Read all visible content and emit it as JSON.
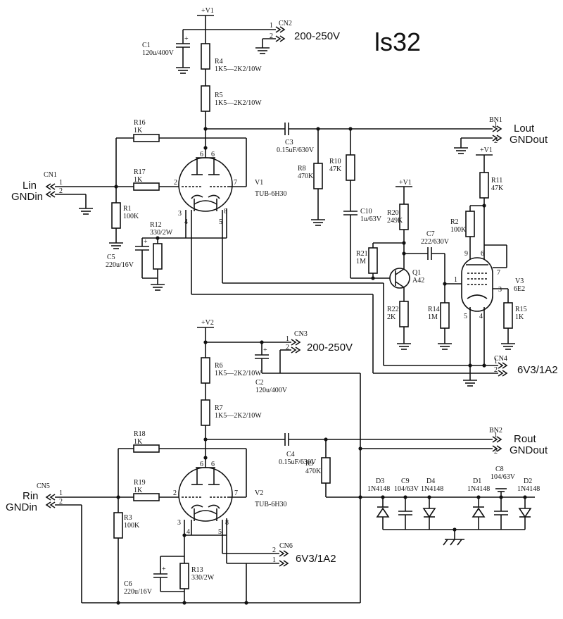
{
  "title": "ls32",
  "supply_label": "200-250V",
  "connectors": {
    "CN1": {
      "name": "CN1",
      "pin1": "1",
      "pin2": "2",
      "sig1": "Lin",
      "sig2": "GNDin"
    },
    "CN2": {
      "name": "CN2",
      "pin1": "1",
      "pin2": "2"
    },
    "CN3": {
      "name": "CN3",
      "pin1": "1",
      "pin2": "2"
    },
    "CN4": {
      "name": "CN4",
      "pin1": "1",
      "pin2": "2",
      "label": "6V3/1A2"
    },
    "CN5": {
      "name": "CN5",
      "pin1": "1",
      "pin2": "2",
      "sig1": "Rin",
      "sig2": "GNDin"
    },
    "CN6": {
      "name": "CN6",
      "pin1": "2",
      "pin2": "1",
      "label": "6V3/1A2"
    },
    "BN1": {
      "name": "BN1",
      "pin1": "1",
      "pin2": "2",
      "sig1": "Lout",
      "sig2": "GNDout"
    },
    "BN2": {
      "name": "BN2",
      "pin1": "1",
      "pin2": "2",
      "sig1": "Rout",
      "sig2": "GNDout"
    }
  },
  "rails": {
    "v1": "+V1",
    "v1b": "+V1",
    "v1c": "+V1",
    "v2": "+V2"
  },
  "parts": {
    "C1": {
      "ref": "C1",
      "val": "120u/400V"
    },
    "C2": {
      "ref": "C2",
      "val": "120u/400V"
    },
    "C3": {
      "ref": "C3",
      "val": "0.15uF/630V"
    },
    "C4": {
      "ref": "C4",
      "val": "0.15uF/630V"
    },
    "C5": {
      "ref": "C5",
      "val": "220u/16V"
    },
    "C6": {
      "ref": "C6",
      "val": "220u/16V"
    },
    "C7": {
      "ref": "C7",
      "val": "222/630V"
    },
    "C8": {
      "ref": "C8",
      "val": "104/63V"
    },
    "C9": {
      "ref": "C9",
      "val": "104/63V"
    },
    "C10": {
      "ref": "C10",
      "val": "1u/63V"
    },
    "R1": {
      "ref": "R1",
      "val": "100K"
    },
    "R2": {
      "ref": "R2",
      "val": "100K"
    },
    "R3": {
      "ref": "R3",
      "val": "100K"
    },
    "R4": {
      "ref": "R4",
      "val": "1K5—2K2/10W"
    },
    "R5": {
      "ref": "R5",
      "val": "1K5—2K2/10W"
    },
    "R6": {
      "ref": "R6",
      "val": "1K5—2K2/10W"
    },
    "R7": {
      "ref": "R7",
      "val": "1K5—2K2/10W"
    },
    "R8": {
      "ref": "R8",
      "val": "470K"
    },
    "R9": {
      "ref": "R9",
      "val": "470K"
    },
    "R10": {
      "ref": "R10",
      "val": "47K"
    },
    "R11": {
      "ref": "R11",
      "val": "47K"
    },
    "R12": {
      "ref": "R12",
      "val": "330/2W"
    },
    "R13": {
      "ref": "R13",
      "val": "330/2W"
    },
    "R14": {
      "ref": "R14",
      "val": "1M"
    },
    "R15": {
      "ref": "R15",
      "val": "1K"
    },
    "R16": {
      "ref": "R16",
      "val": "1K"
    },
    "R17": {
      "ref": "R17",
      "val": "1K"
    },
    "R18": {
      "ref": "R18",
      "val": "1K"
    },
    "R19": {
      "ref": "R19",
      "val": "1K"
    },
    "R20": {
      "ref": "R20",
      "val": "249K"
    },
    "R21": {
      "ref": "R21",
      "val": "1M"
    },
    "R22": {
      "ref": "R22",
      "val": "2K"
    },
    "D1": {
      "ref": "D1",
      "val": "1N4148"
    },
    "D2": {
      "ref": "D2",
      "val": "1N4148"
    },
    "D3": {
      "ref": "D3",
      "val": "1N4148"
    },
    "D4": {
      "ref": "D4",
      "val": "1N4148"
    },
    "Q1": {
      "ref": "Q1",
      "val": "A42"
    },
    "V1": {
      "ref": "V1",
      "val": "TUB-6H30"
    },
    "V2": {
      "ref": "V2",
      "val": "TUB-6H30"
    },
    "V3": {
      "ref": "V3",
      "val": "6E2"
    }
  },
  "pins": {
    "v1": {
      "p6": "6",
      "p2": "2",
      "p7": "7",
      "p3": "3",
      "p4": "4",
      "p5": "5",
      "p8": "8"
    },
    "v2": {
      "p6": "6",
      "p2": "2",
      "p7": "7",
      "p3": "3",
      "p4": "4",
      "p5": "5",
      "p8": "8"
    },
    "v3": {
      "p9": "9",
      "p6": "6",
      "p7": "7",
      "p1": "1",
      "p3": "3",
      "p5": "5",
      "p4": "4"
    }
  }
}
